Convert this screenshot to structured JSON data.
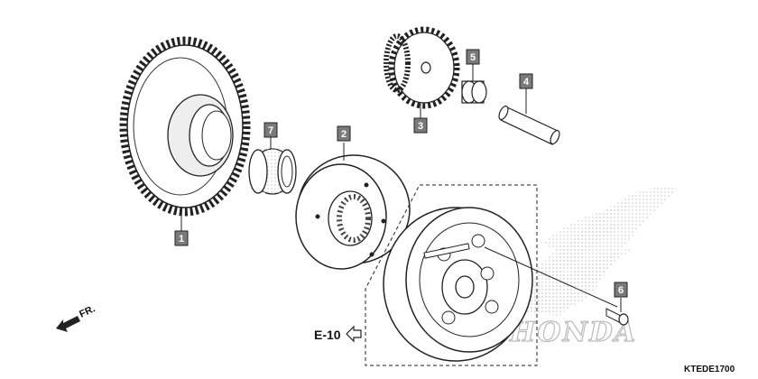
{
  "diagram": {
    "diagram_code": "KTEDE1700",
    "reference": {
      "label": "E-10"
    },
    "front_marker": {
      "label": "FR."
    },
    "watermark_brand": "HONDA",
    "parts": [
      {
        "callout": "1"
      },
      {
        "callout": "2"
      },
      {
        "callout": "3"
      },
      {
        "callout": "4"
      },
      {
        "callout": "5"
      },
      {
        "callout": "6"
      },
      {
        "callout": "7"
      }
    ]
  }
}
